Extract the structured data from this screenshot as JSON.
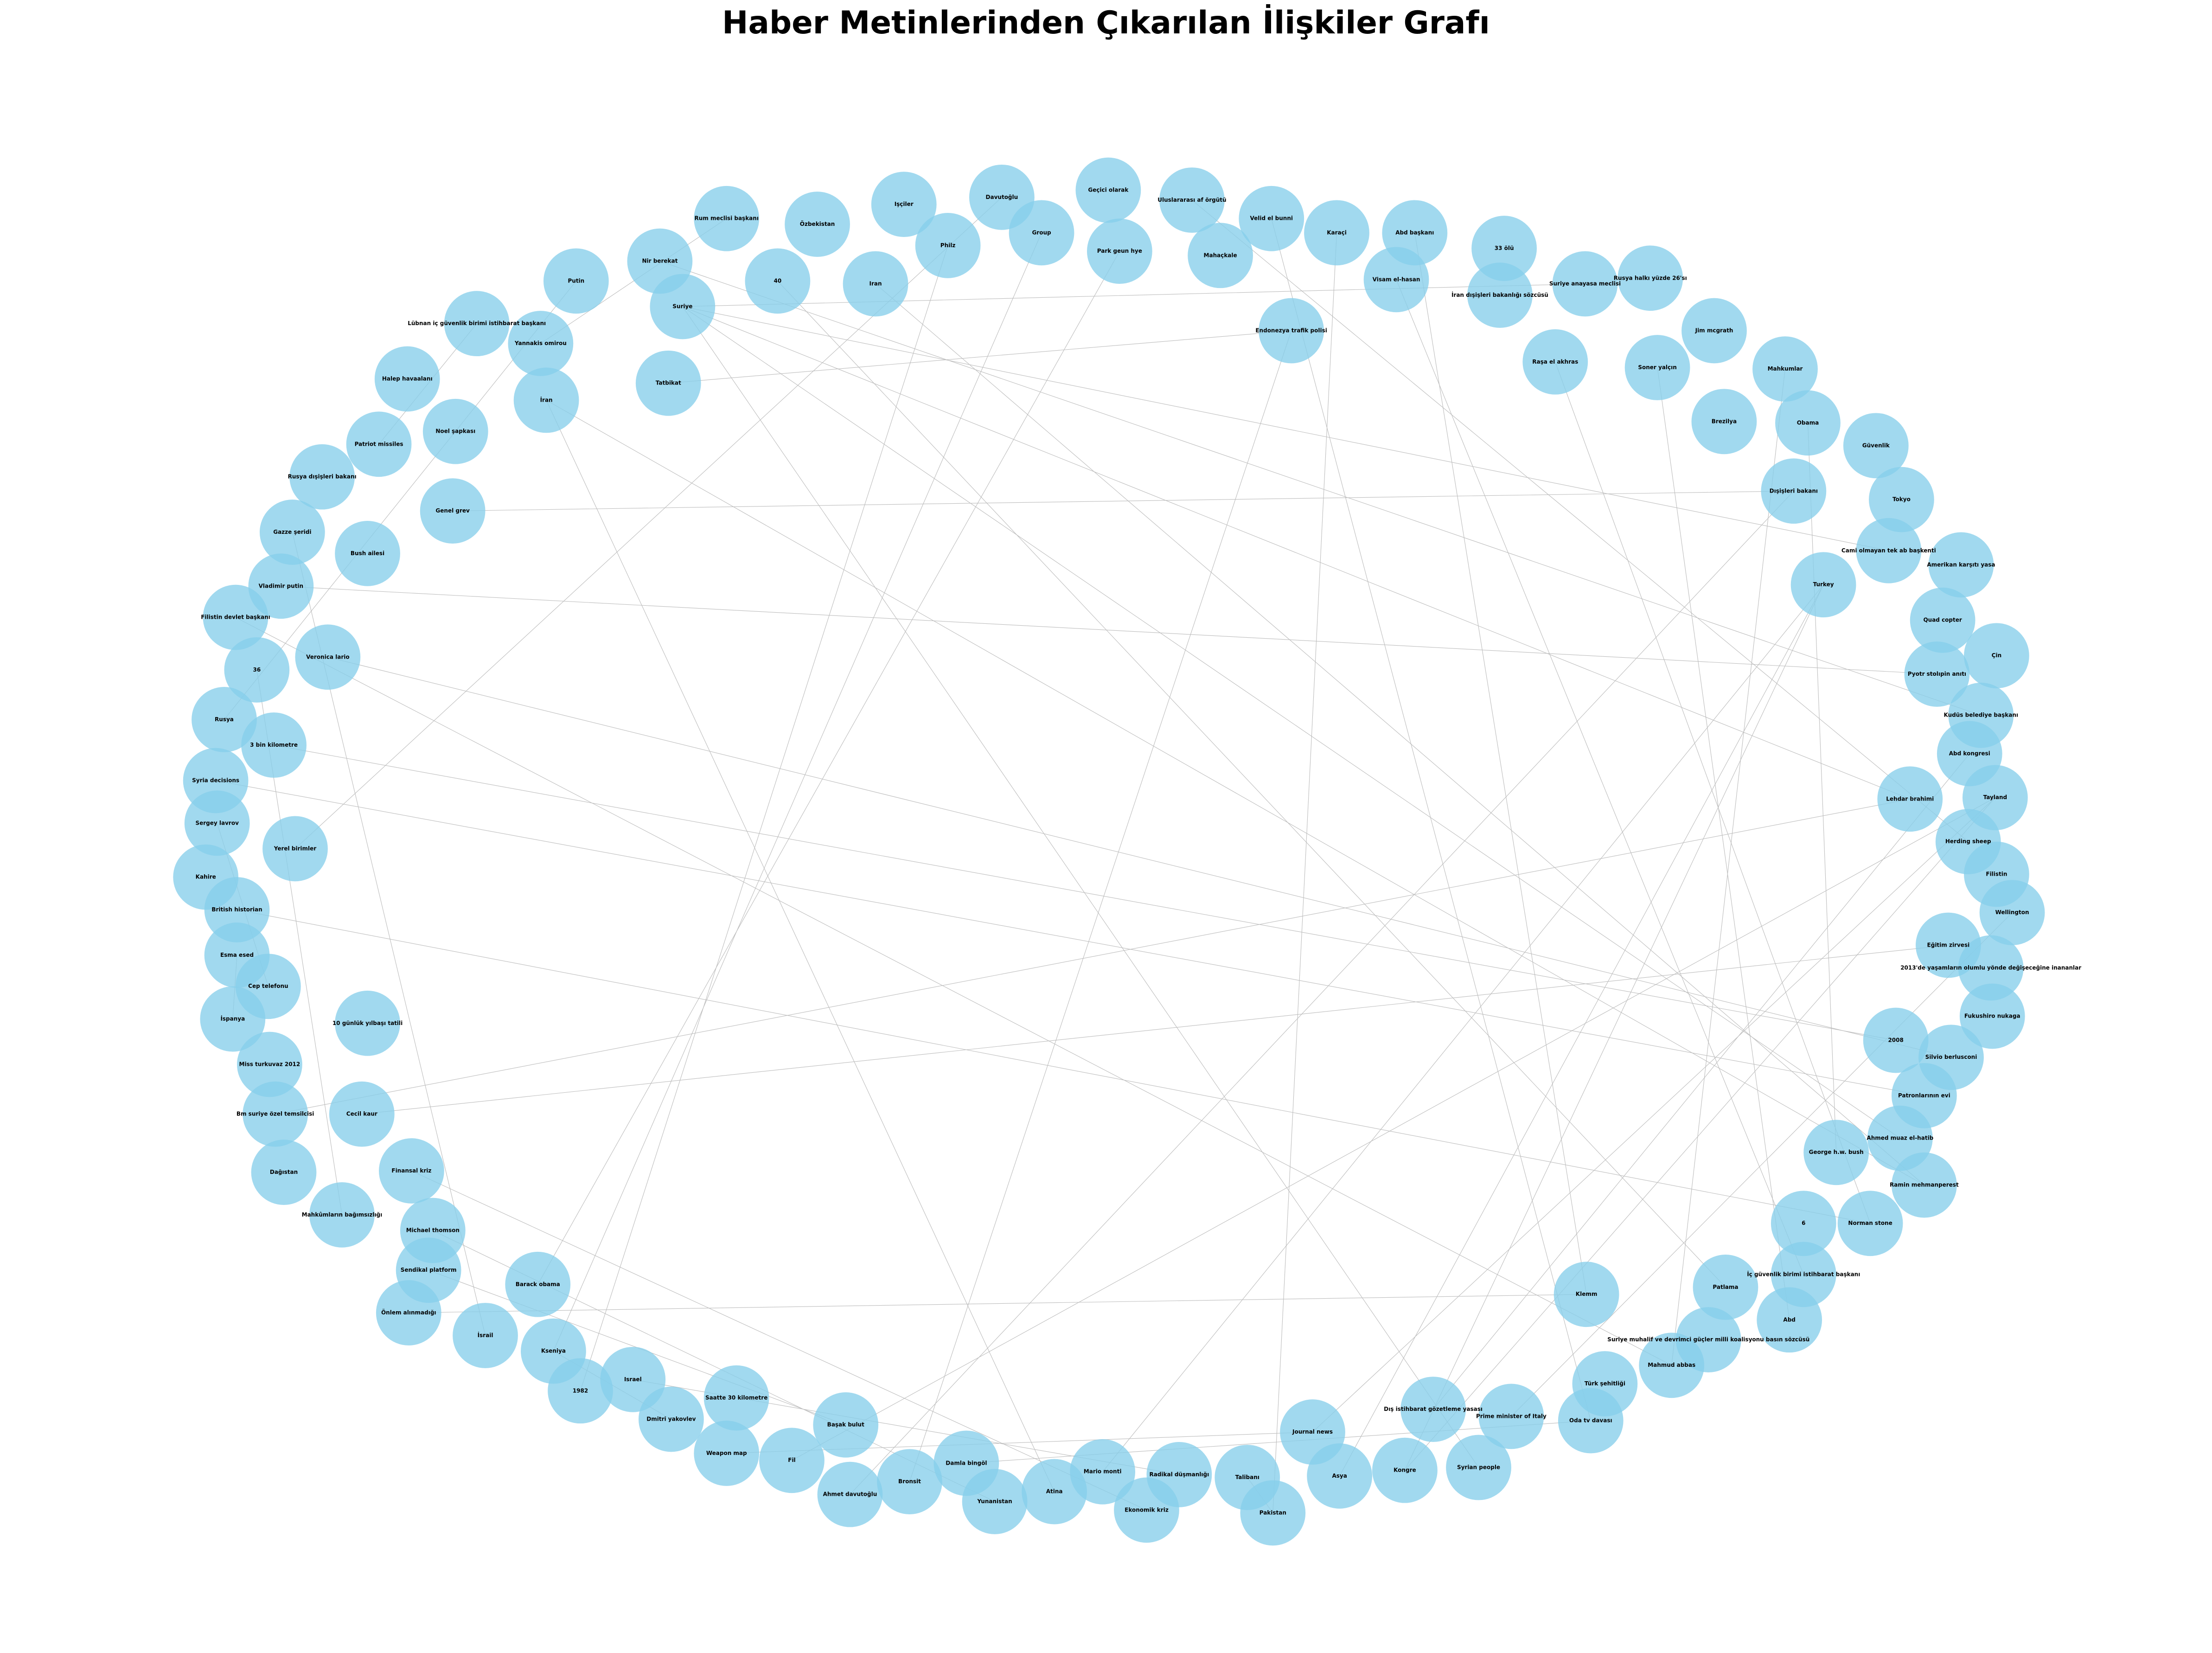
{
  "title": "Haber Metinlerinden Çıkarılan İlişkiler Grafı",
  "colors": {
    "node": "#87ceeb",
    "edge": "#bdbdbd",
    "label": "#000000"
  },
  "nodes": [
    "Geçici olarak",
    "Uluslararası af örgütü",
    "Davutoğlu",
    "Group",
    "Park geun hye",
    "Işçiler",
    "Philz",
    "Mahaçkale",
    "Velid el bunni",
    "Özbekistan",
    "Iran",
    "Rum meclisi başkanı",
    "Karaçi",
    "Abd başkanı",
    "40",
    "Visam el-hasan",
    "33 ölü",
    "Nir berekat",
    "Putin",
    "Suriye",
    "İran dışişleri bakanlığı sözcüsü",
    "Suriye anayasa meclisi",
    "Rusya halkı yüzde 26'sı",
    "Endonezya trafik polisi",
    "Lübnan iç güvenlik birimi istihbarat başkanı",
    "Yannakis omirou",
    "Jim mcgrath",
    "Halep havaalanı",
    "Raşa el akhras",
    "Soner yalçın",
    "Tatbikat",
    "İran",
    "Mahkumlar",
    "Brezilya",
    "Noel şapkası",
    "Patriot missiles",
    "Obama",
    "Güvenlik",
    "Rusya dışişleri bakanı",
    "Dışişleri bakanı",
    "Tokyo",
    "Genel grev",
    "Gazze şeridi",
    "Bush ailesi",
    "Cami olmayan tek ab başkenti",
    "Amerikan karşıtı yasa",
    "Turkey",
    "Vladimir putin",
    "Filistin devlet başkanı",
    "Quad copter",
    "Veronica lario",
    "36",
    "Çin",
    "Pyotr stolıpin anıtı",
    "Rusya",
    "Kudüs belediye başkanı",
    "3 bin kilometre",
    "Abd kongresi",
    "Syria decisions",
    "Tayland",
    "Lehdar brahimi",
    "Sergey lavrov",
    "Herding sheep",
    "Yerel birimler",
    "Kahire",
    "Filistin",
    "British historian",
    "Wellington",
    "Esma esed",
    "Eğitim zirvesi",
    "2013'de yaşamların olumlu yönde değişeceğine inananlar",
    "Cep telefonu",
    "İspanya",
    "10 günlük yılbaşı tatili",
    "Fukushiro nukaga",
    "2008",
    "Miss turkuvaz 2012",
    "Silvio berlusconi",
    "Cecil kaur",
    "Bm suriye özel temsilcisi",
    "Patronlarının evi",
    "Ahmed muaz el-hatib",
    "Dağıstan",
    "Finansal kriz",
    "George h.w. bush",
    "Ramin mehmanperest",
    "Mahkûmların bağımsızlığı",
    "Michael thomson",
    "6",
    "Norman stone",
    "Sendikal platform",
    "Barack obama",
    "İç güvenlik birimi istihbarat başkanı",
    "Önlem alınmadığı",
    "Klemm",
    "Patlama",
    "Abd",
    "İsrail",
    "Kseniya",
    "Suriye muhalif ve devrimci güçler milli koalisyonu basın sözcüsü",
    "Mahmud abbas",
    "1982",
    "Israel",
    "Türk şehitliği",
    "Saatte 30 kilometre",
    "Dmitri yakovlev",
    "Dış istihbarat gözetleme yasası",
    "Prime minister of Italy",
    "Oda tv davası",
    "Başak bulut",
    "Weapon map",
    "Fil",
    "Damla bingöl",
    "Journal news",
    "Kongre",
    "Bronsit",
    "Mario monti",
    "Radikal düşmanlığı",
    "Asya",
    "Syrian people",
    "Atina",
    "Ahmet davutoğlu",
    "Yunanistan",
    "Talibanı",
    "Ekonomik kriz",
    "Pakistan"
  ]
}
